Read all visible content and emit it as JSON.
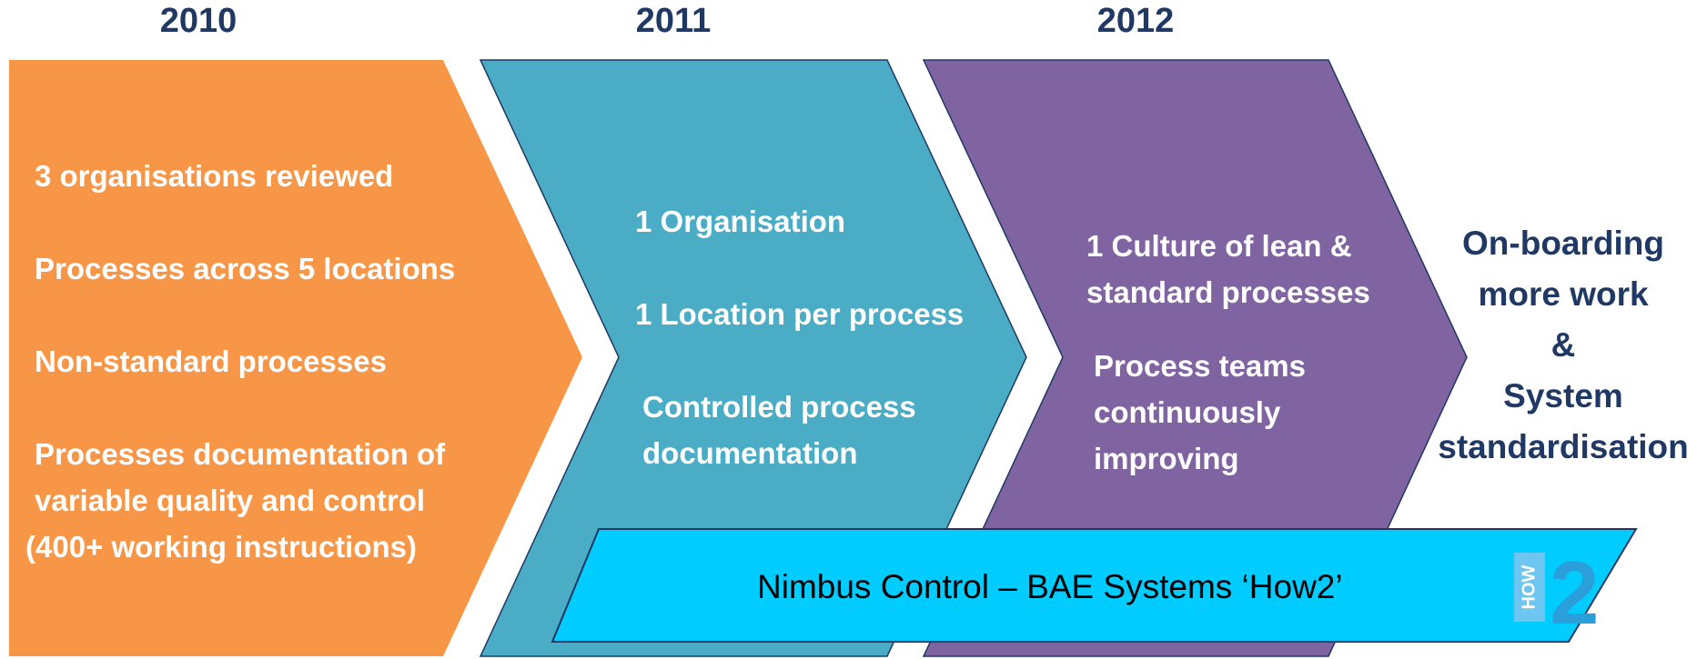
{
  "years": [
    "2010",
    "2011",
    "2012"
  ],
  "colors": {
    "stage_2010": "#f79646",
    "stage_2011": "#4bacc6",
    "stage_2012": "#8064a2",
    "banner": "#00ccff",
    "heading_text": "#1f3864"
  },
  "stages": [
    {
      "year": "2010",
      "items": [
        "3 organisations reviewed",
        "Processes across 5 locations",
        "Non-standard processes",
        "Processes documentation of",
        "variable quality and control",
        "(400+ working instructions)"
      ]
    },
    {
      "year": "2011",
      "items": [
        "1 Organisation",
        "1 Location per process",
        "Controlled process",
        "documentation"
      ]
    },
    {
      "year": "2012",
      "items": [
        "1 Culture of lean &",
        "standard processes",
        "Process teams",
        "continuously",
        "improving"
      ]
    }
  ],
  "outcome": {
    "lines": [
      "On-boarding",
      "more work",
      "&",
      "System",
      "standardisation"
    ]
  },
  "banner": {
    "label": "Nimbus Control – BAE Systems ‘How2’",
    "logo_text_vertical": "HOW",
    "logo_text_number": "2",
    "logo_icon": "how2-logo-icon"
  }
}
